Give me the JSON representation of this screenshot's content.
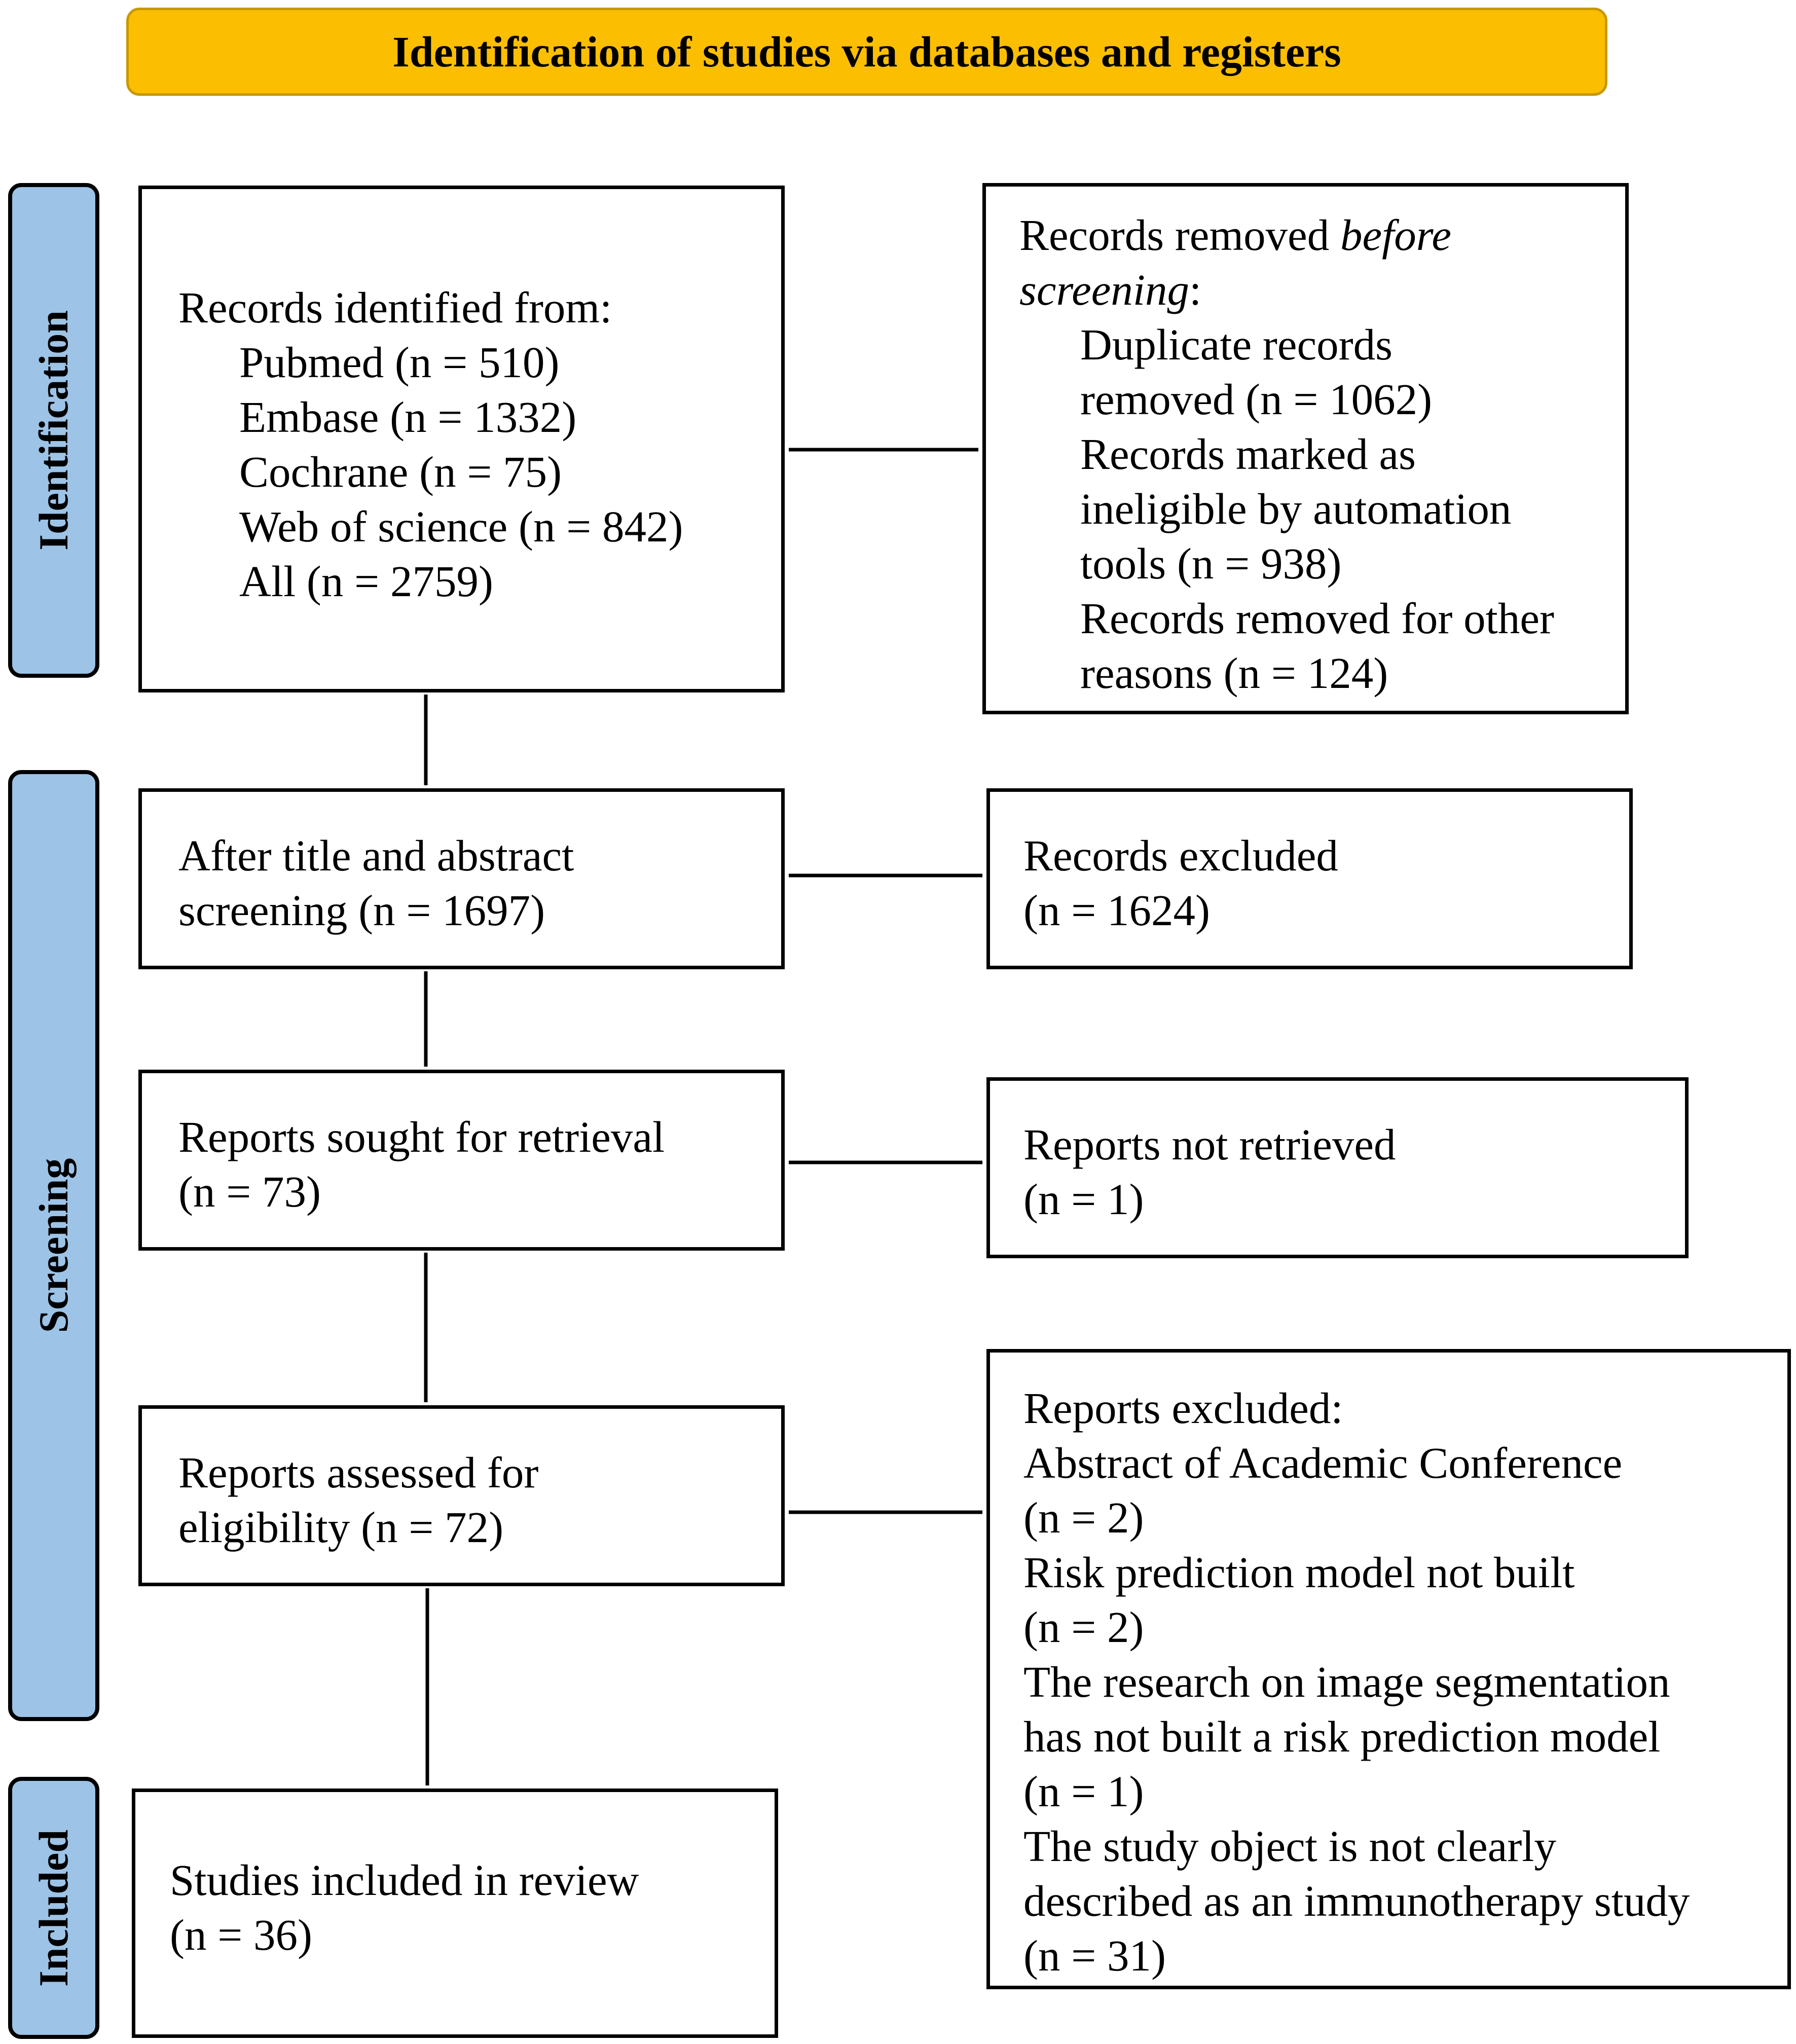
{
  "colors": {
    "header_fill": "#fbbe00",
    "phase_fill": "#9dc3e6",
    "line": "#000000"
  },
  "header": {
    "title": "Identification of studies via databases and registers"
  },
  "phases": {
    "identification": "Identification",
    "screening": "Screening",
    "included": "Included"
  },
  "records_identified": {
    "heading": "Records identified from:",
    "sources": [
      "Pubmed (n = 510)",
      "Embase (n = 1332)",
      "Cochrane (n = 75)",
      "Web of science (n = 842)",
      "All (n = 2759)"
    ]
  },
  "records_removed": {
    "prefix": "Records removed ",
    "emph1": "before",
    "emph2": "screening",
    "suffix": ":",
    "lines": [
      "Duplicate records",
      "removed (n = 1062)",
      "Records marked as",
      "ineligible by automation",
      "tools (n = 938)",
      "Records removed for other",
      "reasons (n = 124)"
    ]
  },
  "after_screening": {
    "lines": [
      "After title and abstract",
      "screening (n = 1697)"
    ]
  },
  "records_excluded": {
    "lines": [
      "Records excluded",
      "(n = 1624)"
    ]
  },
  "sought_retrieval": {
    "lines": [
      "Reports sought for retrieval",
      "(n = 73)"
    ]
  },
  "not_retrieved": {
    "lines": [
      "Reports not retrieved",
      "(n = 1)"
    ]
  },
  "assessed_eligibility": {
    "lines": [
      "Reports assessed for",
      "eligibility (n = 72)"
    ]
  },
  "reports_excluded": {
    "lines": [
      "Reports excluded:",
      "Abstract of Academic Conference",
      "(n = 2)",
      "Risk prediction model not built",
      "(n = 2)",
      "The research on image segmentation",
      "has not built a risk prediction model",
      "(n = 1)",
      "The study object is not clearly",
      "described as an immunotherapy study",
      "(n = 31)"
    ]
  },
  "included_studies": {
    "lines": [
      "Studies included in review",
      "(n = 36)"
    ]
  }
}
